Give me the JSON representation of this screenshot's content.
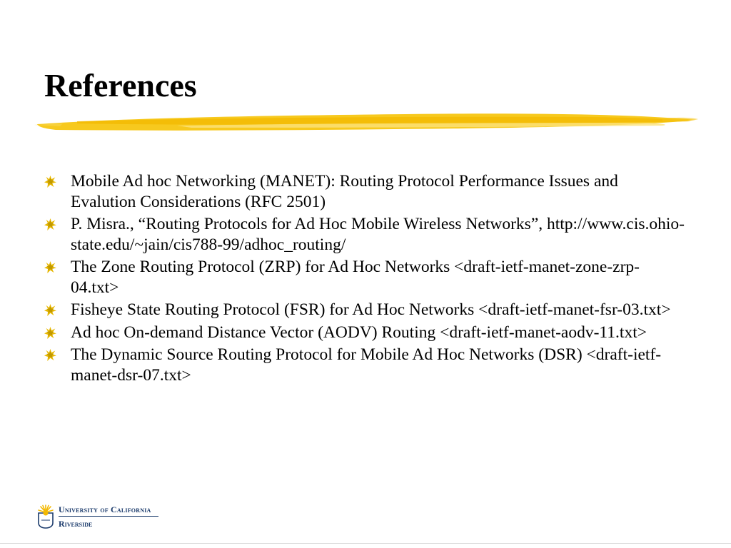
{
  "slide": {
    "title": "References",
    "references": [
      {
        "text": "Mobile Ad hoc Networking (MANET): Routing Protocol Performance Issues and Evalution Considerations (RFC 2501)"
      },
      {
        "text": "P. Misra., “Routing Protocols for Ad Hoc Mobile Wireless Networks”, http://www.cis.ohio-state.edu/~jain/cis788-99/adhoc_routing/"
      },
      {
        "text": "The Zone Routing Protocol (ZRP) for Ad Hoc Networks <draft-ietf-manet-zone-zrp-04.txt>"
      },
      {
        "text": "Fisheye State Routing Protocol (FSR) for Ad Hoc Networks <draft-ietf-manet-fsr-03.txt>"
      },
      {
        "text": "Ad hoc On-demand Distance Vector (AODV) Routing <draft-ietf-manet-aodv-11.txt>"
      },
      {
        "text": "The Dynamic Source Routing Protocol for Mobile Ad Hoc Networks (DSR) <draft-ietf-manet-dsr-07.txt>"
      }
    ],
    "bullet_icon": "yellow-starburst-icon",
    "logo": {
      "line1": "University of California",
      "line2": "Riverside",
      "seal_icon": "sun-seal-icon"
    },
    "colors": {
      "accent_stroke": "#f5c518",
      "bullet": "#e8b800",
      "logo": "#1a3a6b",
      "text": "#000000"
    }
  }
}
